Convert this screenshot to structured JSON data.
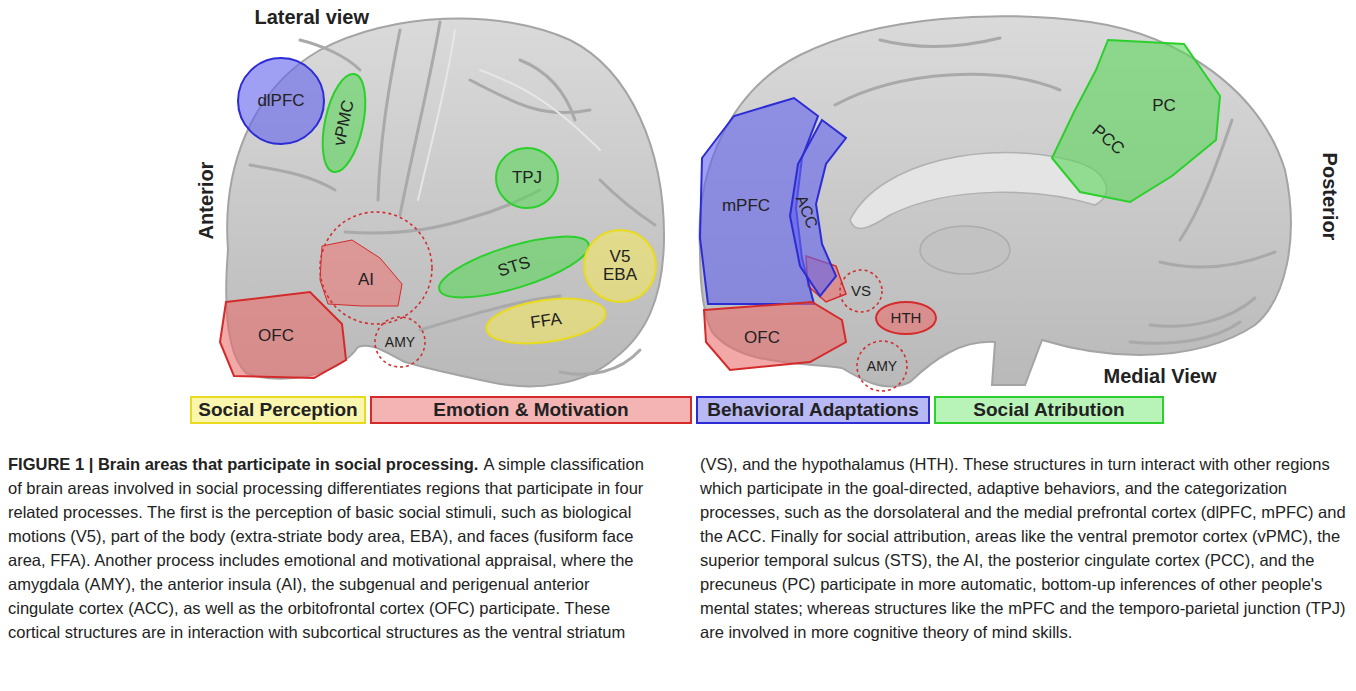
{
  "diagram": {
    "title": "FIGURE 1 | Brain areas that participate in social processing.",
    "caption": "A simple classification of brain areas involved in social processing differentiates regions that participate in four related processes. The first is the perception of basic social stimuli, such as biological motions (V5), part of the body (extra-striate body area, EBA), and faces (fusiform face area, FFA). Another process includes emotional and motivational appraisal, where the amygdala (AMY), the anterior insula (AI), the subgenual and perigenual anterior cingulate cortex (ACC), as well as the orbitofrontal cortex (OFC) participate. These cortical structures are in interaction with subcortical structures as the ventral striatum (VS), and the hypothalamus (HTH). These structures in turn interact with other regions which participate in the goal-directed, adaptive behaviors, and the categorization processes, such as the dorsolateral and the medial prefrontal cortex (dlPFC, mPFC) and the ACC. Finally for social attribution, areas like the ventral premotor cortex (vPMC), the superior temporal sulcus (STS), the AI, the posterior cingulate cortex (PCC), and the precuneus (PC) participate in more automatic, bottom-up inferences of other people's mental states; whereas structures like the mPFC and the temporo-parietal junction (TPJ) are involved in more cognitive theory of mind skills.",
    "nodes": [
      {
        "text": [
          "dlPFC"
        ]
      },
      {
        "text": [
          "vPMC"
        ]
      },
      {
        "text": [
          "TPJ"
        ]
      },
      {
        "text": [
          "AI"
        ]
      },
      {
        "text": [
          "STS"
        ]
      },
      {
        "text": [
          "V5 EBA"
        ]
      },
      {
        "text": [
          "OFC"
        ]
      },
      {
        "text": [
          "FFA"
        ]
      },
      {
        "text": [
          "AMY"
        ]
      },
      {
        "text": [
          "mPFC"
        ]
      },
      {
        "text": [
          "ACC"
        ]
      },
      {
        "text": [
          "PC",
          "PCC"
        ]
      },
      {
        "text": [
          "VS"
        ]
      },
      {
        "text": [
          "HTH"
        ]
      },
      {
        "text": [
          "OFC"
        ]
      },
      {
        "text": [
          "AMY"
        ]
      }
    ],
    "labels": [
      "Lateral view",
      "Anterior",
      "Posterior",
      "Medial View"
    ],
    "legend": [
      {
        "text": "Social Perception",
        "color": "#fbf6ae"
      },
      {
        "text": "Emotion & Motivation",
        "color": "#f4b4b4"
      },
      {
        "text": "Behavioral Adaptations",
        "color": "#b8b8f4"
      },
      {
        "text": "Social Atribution",
        "color": "#b8f4b8"
      }
    ]
  }
}
